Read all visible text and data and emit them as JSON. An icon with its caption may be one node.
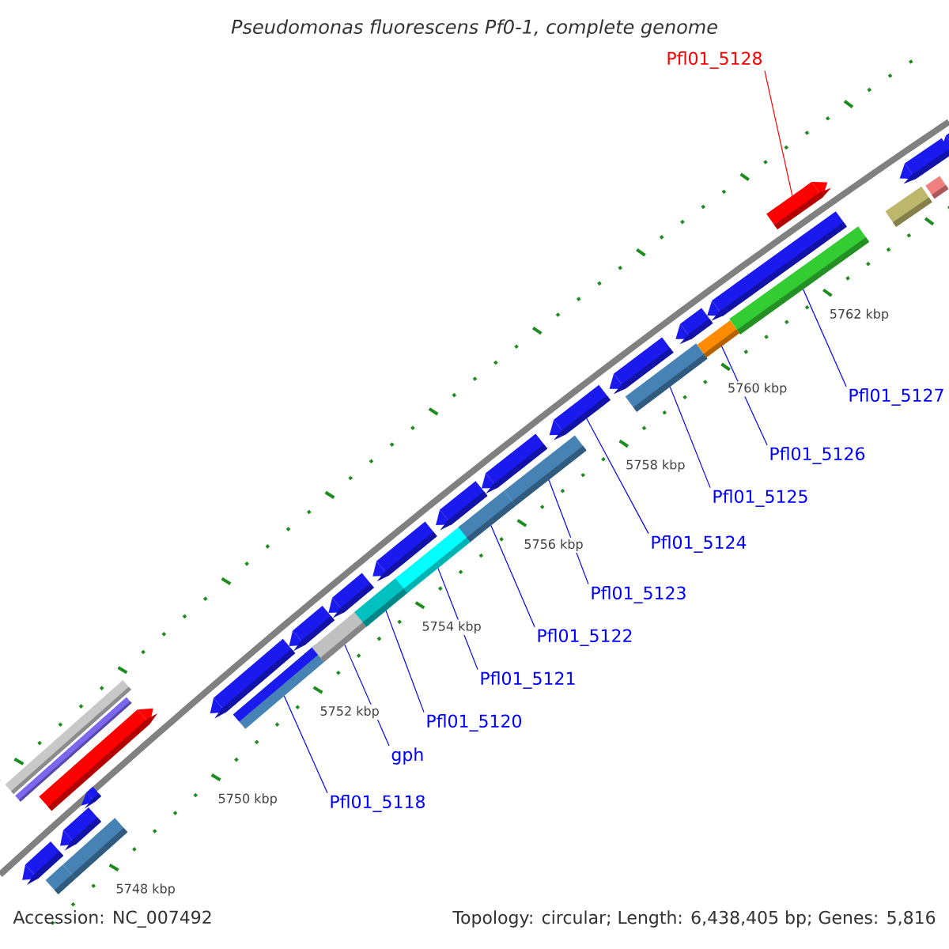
{
  "diagram": {
    "title": "Pseudomonas fluorescens Pf0-1, complete genome",
    "nodes": [
      {
        "text": [
          "Pfl01_5128"
        ]
      },
      {
        "text": [
          "Pfl01_5127"
        ]
      },
      {
        "text": [
          "Pfl01_5126"
        ]
      },
      {
        "text": [
          "Pfl01_5125"
        ]
      },
      {
        "text": [
          "Pfl01_5124"
        ]
      },
      {
        "text": [
          "Pfl01_5123"
        ]
      },
      {
        "text": [
          "Pfl01_5122"
        ]
      },
      {
        "text": [
          "Pfl01_5121"
        ]
      },
      {
        "text": [
          "Pfl01_5120"
        ]
      },
      {
        "text": [
          "gph"
        ]
      },
      {
        "text": [
          "Pfl01_5118"
        ]
      },
      {
        "text": [],
        "shape": "bar"
      },
      {
        "text": [],
        "shape": "pentagon"
      },
      {
        "text": [],
        "shape": "pentagon"
      },
      {
        "text": [],
        "shape": "bar"
      },
      {
        "text": [],
        "shape": "pentagon"
      },
      {
        "text": [],
        "shape": "bar"
      },
      {
        "text": [],
        "shape": "bar"
      },
      {
        "text": [],
        "shape": "pentagon"
      },
      {
        "text": [],
        "shape": "pentagon"
      },
      {
        "text": [],
        "shape": "bar"
      },
      {
        "text": [],
        "shape": "pentagon"
      },
      {
        "text": [],
        "shape": "bar"
      },
      {
        "text": [],
        "shape": "pentagon"
      },
      {
        "text": [],
        "shape": "bar"
      },
      {
        "text": [],
        "shape": "pentagon"
      },
      {
        "text": [],
        "shape": "bar"
      },
      {
        "text": [],
        "shape": "pentagon"
      },
      {
        "text": [],
        "shape": "bar"
      },
      {
        "text": [],
        "shape": "pentagon"
      },
      {
        "text": [],
        "shape": "bar"
      },
      {
        "text": [],
        "shape": "pentagon"
      },
      {
        "text": [],
        "shape": "pentagon"
      },
      {
        "text": [],
        "shape": "bar"
      },
      {
        "text": [],
        "shape": "pentagon"
      },
      {
        "text": [],
        "shape": "bar"
      },
      {
        "text": [],
        "shape": "pentagon"
      },
      {
        "text": [],
        "shape": "bar"
      },
      {
        "text": [],
        "shape": "pentagon"
      },
      {
        "text": [],
        "shape": "pentagon"
      },
      {
        "text": [],
        "shape": "bar"
      },
      {
        "text": [],
        "shape": "pentagon"
      },
      {
        "text": [],
        "shape": "bar"
      }
    ],
    "edges": [
      {
        "from": 0,
        "to": 38,
        "arrow": "none",
        "color": "#ff0000"
      },
      {
        "from": 1,
        "to": 37,
        "arrow": "none"
      },
      {
        "from": 2,
        "to": 35,
        "arrow": "none"
      },
      {
        "from": 3,
        "to": 33,
        "arrow": "none"
      },
      {
        "from": 4,
        "to": 31,
        "arrow": "none"
      },
      {
        "from": 5,
        "to": 30,
        "arrow": "none"
      },
      {
        "from": 6,
        "to": 28,
        "arrow": "none"
      },
      {
        "from": 7,
        "to": 26,
        "arrow": "none"
      },
      {
        "from": 8,
        "to": 24,
        "arrow": "none"
      },
      {
        "from": 9,
        "to": 22,
        "arrow": "none"
      },
      {
        "from": 10,
        "to": 20,
        "arrow": "none"
      }
    ],
    "labels": [
      "5762 kbp",
      "5760 kbp",
      "5758 kbp",
      "5756 kbp",
      "5754 kbp",
      "5752 kbp",
      "5750 kbp",
      "5748 kbp",
      "Accession: NC_007492",
      "Topology: circular; Length: 6,438,405 bp; Genes: 5,816"
    ]
  }
}
